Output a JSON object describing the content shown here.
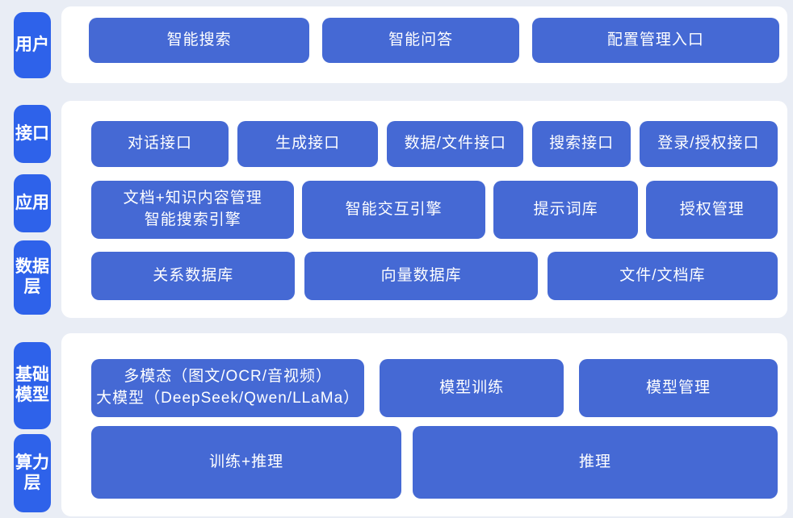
{
  "colors": {
    "background": "#e9edf5",
    "panel": "#ffffff",
    "layer_label_blue": "#2e62ea",
    "node_blue": "#4569d4",
    "text_white": "#ffffff"
  },
  "sections": [
    {
      "side_labels": [
        {
          "text": "用户"
        }
      ],
      "rows": [
        {
          "buttons": [
            {
              "label": "智能搜索"
            },
            {
              "label": "智能问答"
            },
            {
              "label": "配置管理入口"
            }
          ]
        }
      ]
    },
    {
      "side_labels": [
        {
          "text": "接口"
        },
        {
          "text": "应用"
        },
        {
          "text": "数据层"
        }
      ],
      "rows": [
        {
          "buttons": [
            {
              "label": "对话接口"
            },
            {
              "label": "生成接口"
            },
            {
              "label": "数据/文件接口"
            },
            {
              "label": "搜索接口"
            },
            {
              "label": "登录/授权接口"
            }
          ]
        },
        {
          "buttons": [
            {
              "lines": [
                "文档+知识内容管理",
                "智能搜索引擎"
              ]
            },
            {
              "label": "智能交互引擎"
            },
            {
              "label": "提示词库"
            },
            {
              "label": "授权管理"
            }
          ]
        },
        {
          "buttons": [
            {
              "label": "关系数据库"
            },
            {
              "label": "向量数据库"
            },
            {
              "label": "文件/文档库"
            }
          ]
        }
      ]
    },
    {
      "side_labels": [
        {
          "text": "基础模型"
        },
        {
          "text": "算力层"
        }
      ],
      "rows": [
        {
          "buttons": [
            {
              "lines": [
                "多模态（图文/OCR/音视频）",
                "大模型（DeepSeek/Qwen/LLaMa）"
              ]
            },
            {
              "label": "模型训练"
            },
            {
              "label": "模型管理"
            }
          ]
        },
        {
          "buttons": [
            {
              "label": "训练+推理"
            },
            {
              "label": "推理"
            }
          ]
        }
      ]
    }
  ]
}
